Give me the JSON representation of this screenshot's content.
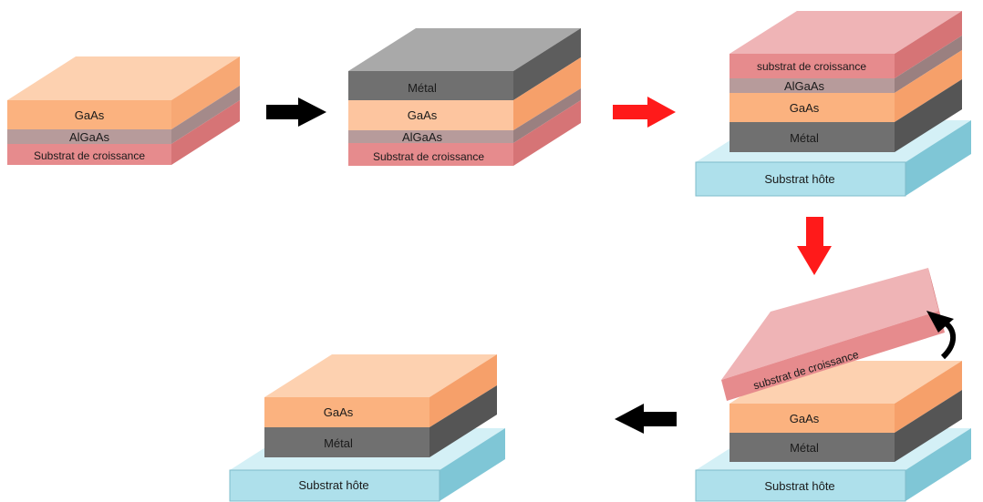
{
  "stack1": {
    "gaas": "GaAs",
    "algaas": "AlGaAs",
    "substrate": "Substrat de croissance"
  },
  "stack2": {
    "metal": "Métal",
    "gaas": "GaAs",
    "algaas": "AlGaAs",
    "substrate": "Substrat de croissance"
  },
  "stack3": {
    "substrate": "substrat de croissance",
    "algaas": "AlGaAs",
    "gaas": "GaAs",
    "metal": "Métal",
    "host": "Substrat hôte"
  },
  "stack4": {
    "lifted_substrate": "substrat de croissance",
    "gaas": "GaAs",
    "metal": "Métal",
    "host": "Substrat hôte"
  },
  "stack5": {
    "gaas": "GaAs",
    "metal": "Métal",
    "host": "Substrat hôte"
  },
  "colors": {
    "black_arrow": "#000000",
    "red_arrow": "#ff1a1a",
    "gaas_front": "#fbb17d",
    "algaas_front": "#b49a9a",
    "substrate_front": "#e48a8c",
    "metal_front": "#6e6e6e",
    "host_front": "#aee0eb"
  }
}
